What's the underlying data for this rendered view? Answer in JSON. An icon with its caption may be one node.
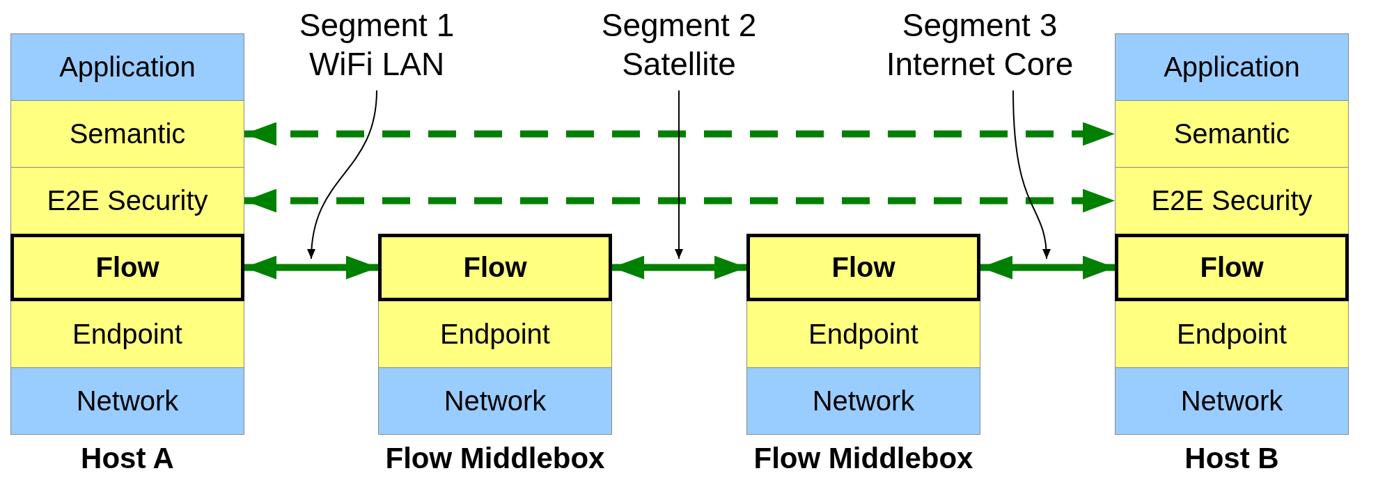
{
  "diagram": {
    "nodes": [
      {
        "text": [
          "Host A"
        ]
      },
      {
        "text": [
          "Application"
        ],
        "in": 0
      },
      {
        "text": [
          "Semantic"
        ],
        "in": 0
      },
      {
        "text": [
          "E2E Security"
        ],
        "in": 0
      },
      {
        "text": [
          "Flow"
        ],
        "in": 0
      },
      {
        "text": [
          "Endpoint"
        ],
        "in": 0
      },
      {
        "text": [
          "Network"
        ],
        "in": 0
      },
      {
        "text": [
          "Flow Middlebox"
        ]
      },
      {
        "text": [
          "Flow"
        ],
        "in": 7
      },
      {
        "text": [
          "Endpoint"
        ],
        "in": 7
      },
      {
        "text": [
          "Network"
        ],
        "in": 7
      },
      {
        "text": [
          "Flow Middlebox"
        ]
      },
      {
        "text": [
          "Flow"
        ],
        "in": 11
      },
      {
        "text": [
          "Endpoint"
        ],
        "in": 11
      },
      {
        "text": [
          "Network"
        ],
        "in": 11
      },
      {
        "text": [
          "Host B"
        ]
      },
      {
        "text": [
          "Application"
        ],
        "in": 15
      },
      {
        "text": [
          "Semantic"
        ],
        "in": 15
      },
      {
        "text": [
          "E2E Security"
        ],
        "in": 15
      },
      {
        "text": [
          "Flow"
        ],
        "in": 15
      },
      {
        "text": [
          "Endpoint"
        ],
        "in": 15
      },
      {
        "text": [
          "Network"
        ],
        "in": 15
      },
      {
        "text": [
          "Segment 1 WiFi LAN"
        ]
      },
      {
        "text": [
          "Segment 2 Satellite"
        ]
      },
      {
        "text": [
          "Segment 3 Internet Core"
        ]
      }
    ],
    "edges": [
      {
        "from": 2,
        "to": 17,
        "arrow": "both",
        "style": "dashed"
      },
      {
        "from": 3,
        "to": 18,
        "arrow": "both",
        "style": "dashed"
      },
      {
        "from": 4,
        "to": 8,
        "arrow": "both"
      },
      {
        "from": 8,
        "to": 12,
        "arrow": "both"
      },
      {
        "from": 12,
        "to": 19,
        "arrow": "both"
      },
      {
        "from": 22,
        "to": null,
        "arrow": "to",
        "color": "#000000"
      },
      {
        "from": 23,
        "to": null,
        "arrow": "to",
        "color": "#000000"
      },
      {
        "from": 24,
        "to": null,
        "arrow": "to",
        "color": "#000000"
      }
    ]
  }
}
